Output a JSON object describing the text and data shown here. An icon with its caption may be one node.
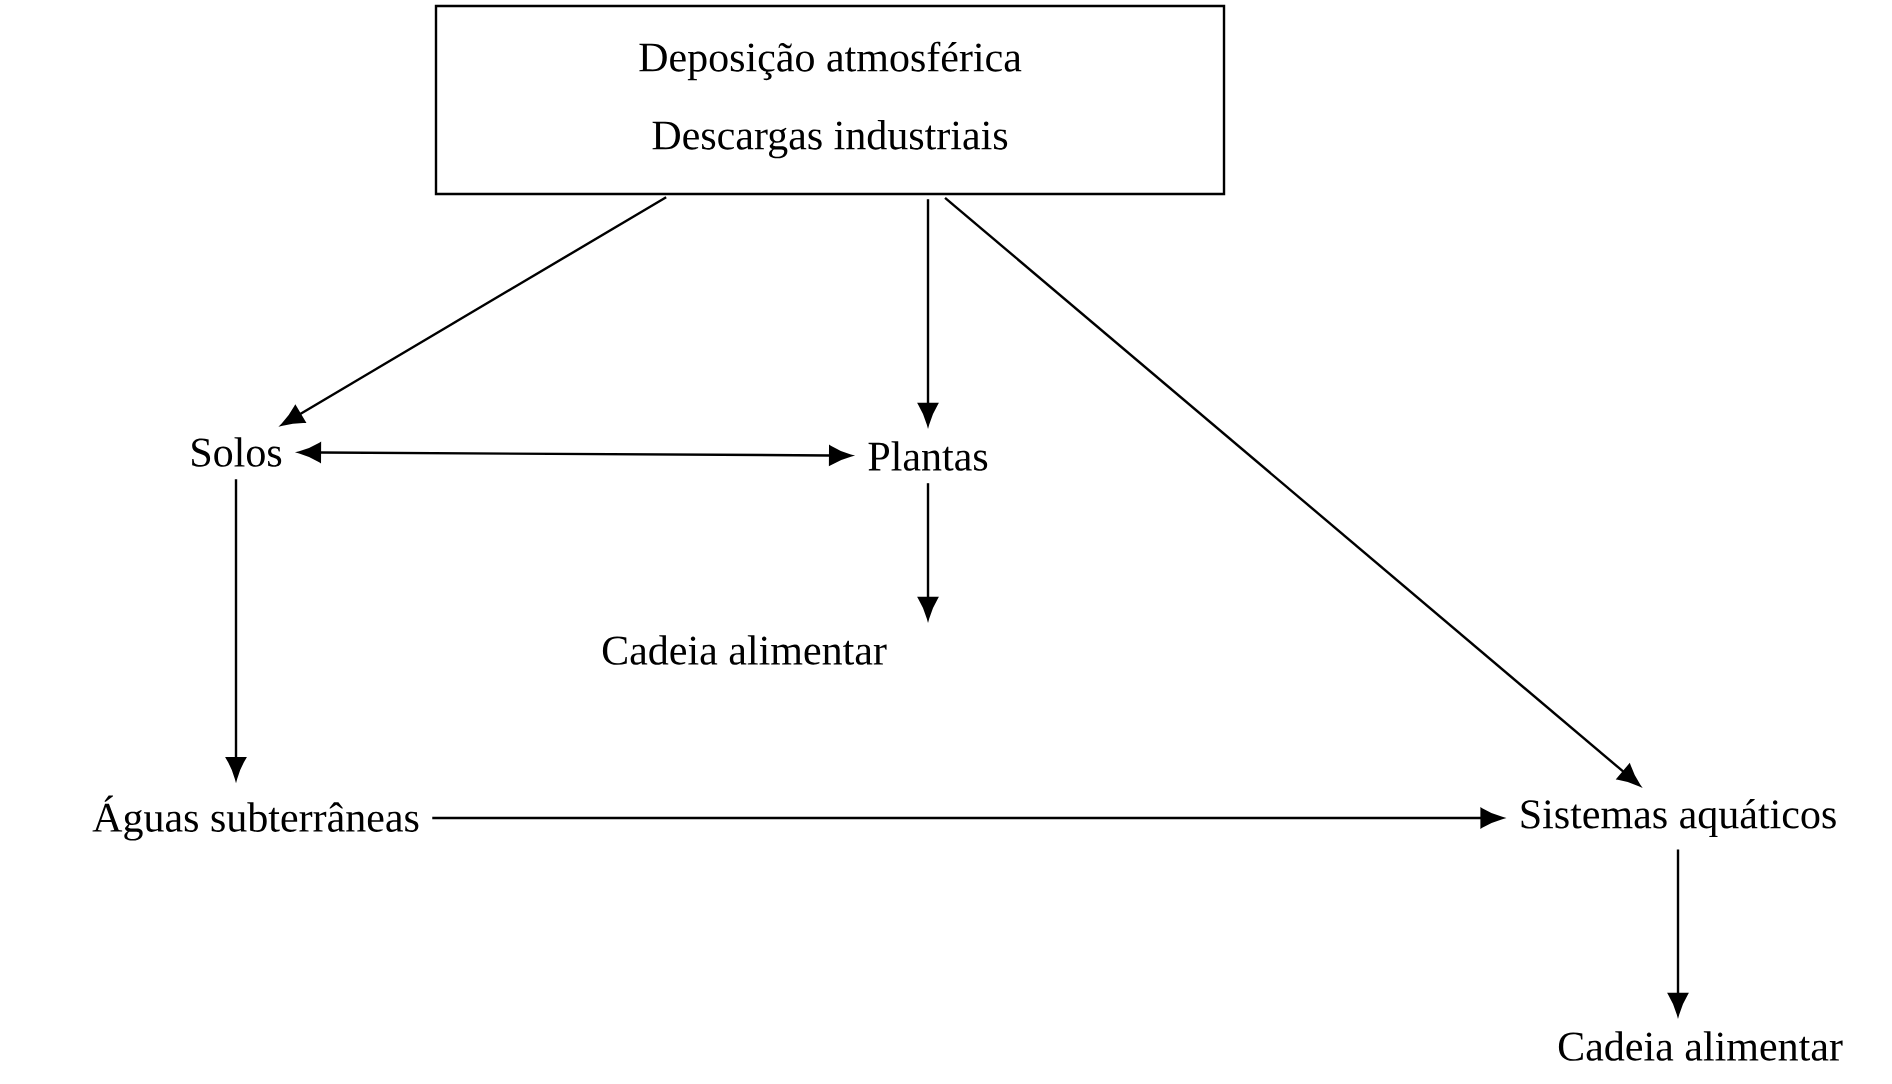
{
  "diagram": {
    "nodes": [
      {
        "text": [
          "Deposição atmosférica",
          "Descargas industriais"
        ]
      },
      {
        "text": [
          "Solos"
        ]
      },
      {
        "text": [
          "Plantas"
        ]
      },
      {
        "text": [
          "Cadeia alimentar"
        ]
      },
      {
        "text": [
          "Águas subterrâneas"
        ]
      },
      {
        "text": [
          "Sistemas aquáticos"
        ]
      },
      {
        "text": [
          "Cadeia alimentar"
        ]
      }
    ],
    "edges": [
      {
        "from": 0,
        "to": 1,
        "arrow": "to"
      },
      {
        "from": 0,
        "to": 2,
        "arrow": "to"
      },
      {
        "from": 0,
        "to": 5,
        "arrow": "to"
      },
      {
        "from": 1,
        "to": 2,
        "arrow": "both"
      },
      {
        "from": 2,
        "to": 3,
        "arrow": "to"
      },
      {
        "from": 1,
        "to": 4,
        "arrow": "to"
      },
      {
        "from": 4,
        "to": 5,
        "arrow": "to"
      },
      {
        "from": 5,
        "to": 6,
        "arrow": "to"
      }
    ]
  }
}
